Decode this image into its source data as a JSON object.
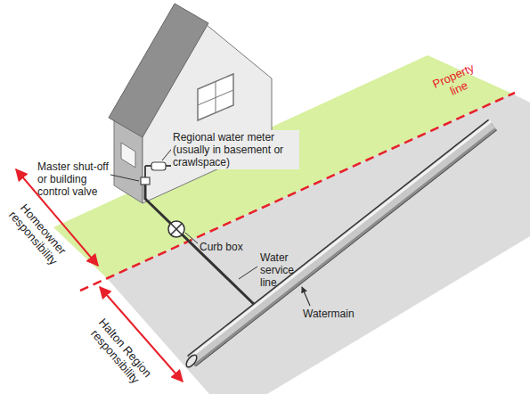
{
  "diagram": {
    "labels": [
      "Master shut-off or building control valve",
      "Regional water meter (usually in basement or crawlspace)",
      "Property line",
      "Curb box",
      "Water service line",
      "Watermain",
      "Homeowner responsibility",
      "Halton Region responsibility"
    ]
  }
}
